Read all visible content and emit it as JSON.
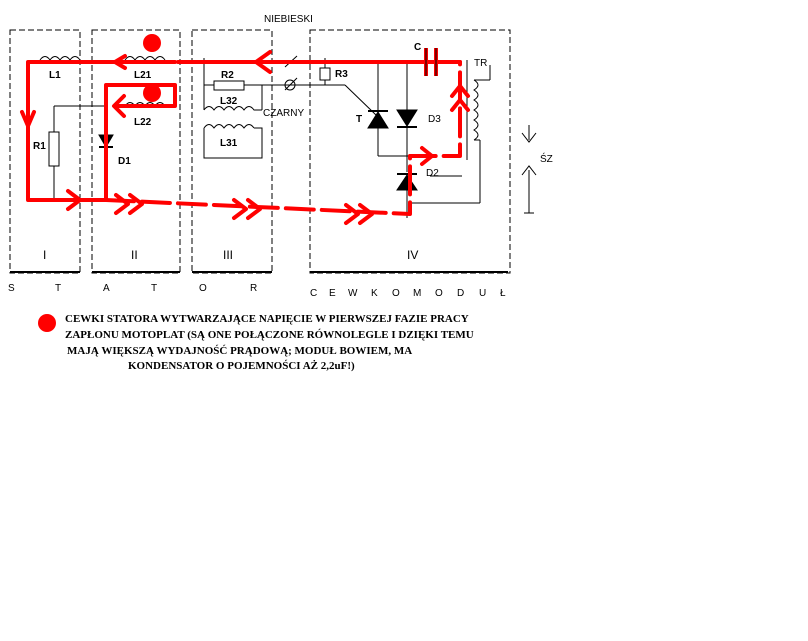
{
  "wire_labels": {
    "niebieski": "NIEBIESKI",
    "czarny": "CZARNY"
  },
  "components": {
    "L1": "L1",
    "L21": "L21",
    "L22": "L22",
    "R1": "R1",
    "D1": "D1",
    "R2": "R2",
    "L32": "L32",
    "L31": "L31",
    "R3": "R3",
    "C": "C",
    "TR": "TR",
    "T": "T",
    "D3": "D3",
    "D2": "D2",
    "SZ": "ŚZ"
  },
  "sections": [
    "I",
    "II",
    "III",
    "IV"
  ],
  "stator_label": [
    "S",
    "T",
    "A",
    "T",
    "O",
    "R"
  ],
  "module_label": [
    "C",
    "E",
    "W",
    "K",
    "O",
    "M",
    "O",
    "D",
    "U",
    "Ł"
  ],
  "legend": {
    "line1": "CEWKI STATORA WYTWARZAJĄCE NAPIĘCIE W PIERWSZEJ FAZIE PRACY",
    "line2": "ZAPŁONU MOTOPLAT (SĄ ONE POŁĄCZONE RÓWNOLEGLE I DZIĘKI TEMU",
    "line3": "MAJĄ WIĘKSZĄ WYDAJNOŚĆ PRĄDOWĄ; MODUŁ BOWIEM, MA",
    "line4": "KONDENSATOR  O POJEMNOŚCI AŻ 2,2uF!)"
  },
  "colors": {
    "current_path": "#ff0000",
    "wiring": "#000000",
    "marker": "#ff0000"
  }
}
